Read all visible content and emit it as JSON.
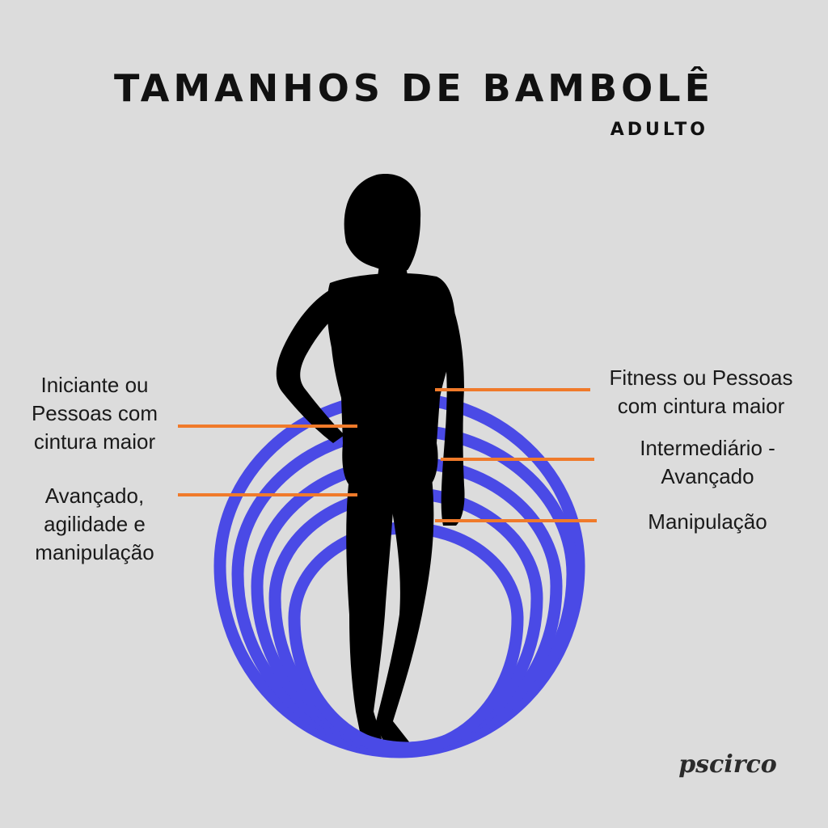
{
  "header": {
    "title": "TAMANHOS DE BAMBOLÊ",
    "subtitle": "ADULTO"
  },
  "labels": {
    "left": [
      {
        "text": "Iniciante ou\nPessoas com\ncintura maior"
      },
      {
        "text": "Avançado,\nagilidade e\nmanipulação"
      }
    ],
    "right": [
      {
        "text": "Fitness ou Pessoas\ncom cintura maior"
      },
      {
        "text": "Intermediário -\nAvançado"
      },
      {
        "text": "Manipulação"
      }
    ]
  },
  "brand": "pscirco",
  "colors": {
    "background": "#dcdcdc",
    "hoop": "#4a4ae6",
    "leader_line": "#f07a2a",
    "silhouette": "#000000",
    "text": "#1a1a1a"
  }
}
